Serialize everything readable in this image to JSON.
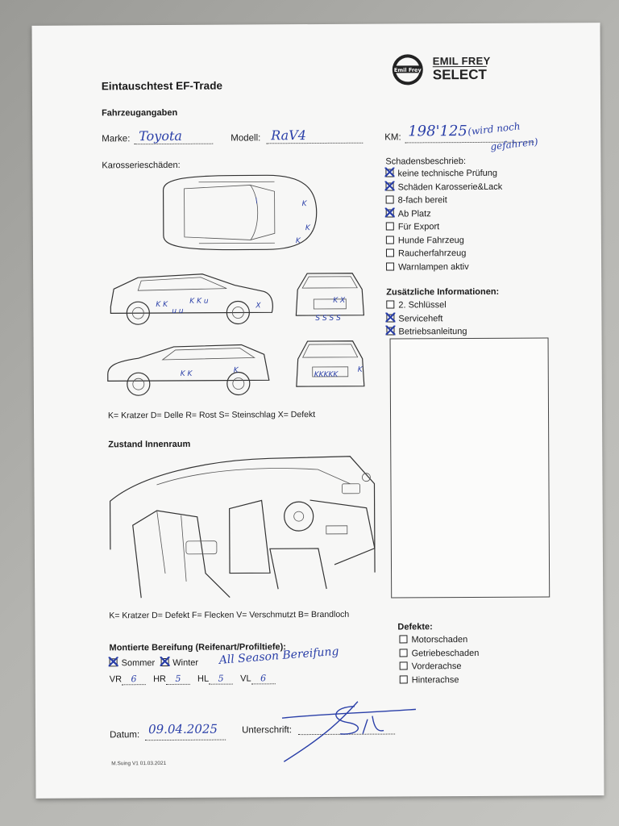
{
  "header": {
    "title": "Eintauschtest EF-Trade",
    "brand_top": "EMIL FREY",
    "brand_bottom": "SELECT",
    "brand_badge": "Emil Frey"
  },
  "vehicle": {
    "section_label": "Fahrzeugangaben",
    "marke_label": "Marke:",
    "marke_value": "Toyota",
    "modell_label": "Modell:",
    "modell_value": "RaV4",
    "km_label": "KM:",
    "km_value": "198'125",
    "km_note_1": "(wird noch",
    "km_note_2": "gefahren)"
  },
  "body_damage": {
    "label": "Karosserieschäden:",
    "legend": "K= Kratzer D= Delle R= Rost S= Steinschlag X= Defekt"
  },
  "damage_description": {
    "label": "Schadensbeschrieb:",
    "items": [
      {
        "label": "keine technische Prüfung",
        "checked": true
      },
      {
        "label": "Schäden Karosserie&Lack",
        "checked": true
      },
      {
        "label": "8-fach bereit",
        "checked": false
      },
      {
        "label": "Ab Platz",
        "checked": true
      },
      {
        "label": "Für Export",
        "checked": false
      },
      {
        "label": "Hunde Fahrzeug",
        "checked": false
      },
      {
        "label": "Raucherfahrzeug",
        "checked": false
      },
      {
        "label": "Warnlampen aktiv",
        "checked": false
      }
    ]
  },
  "additional_info": {
    "label": "Zusätzliche Informationen:",
    "items": [
      {
        "label": "2. Schlüssel",
        "checked": false
      },
      {
        "label": "Serviceheft",
        "checked": true
      },
      {
        "label": "Betriebsanleitung",
        "checked": true
      }
    ]
  },
  "interior": {
    "label": "Zustand Innenraum",
    "legend": "K= Kratzer D= Defekt F= Flecken V= Verschmutzt B= Brandloch"
  },
  "defects": {
    "label": "Defekte:",
    "items": [
      {
        "label": "Motorschaden",
        "checked": false
      },
      {
        "label": "Getriebeschaden",
        "checked": false
      },
      {
        "label": "Vorderachse",
        "checked": false
      },
      {
        "label": "Hinterachse",
        "checked": false
      }
    ]
  },
  "tires": {
    "label": "Montierte Bereifung (Reifenart/Profiltiefe):",
    "sommer_label": "Sommer",
    "sommer_checked": true,
    "winter_label": "Winter",
    "winter_checked": true,
    "note": "All Season Bereifung",
    "vr_label": "VR",
    "vr_value": "6",
    "hr_label": "HR",
    "hr_value": "5",
    "hl_label": "HL",
    "hl_value": "5",
    "vl_label": "VL",
    "vl_value": "6"
  },
  "footer": {
    "datum_label": "Datum:",
    "datum_value": "09.04.2025",
    "signature_label": "Unterschrift:",
    "version": "M.Suing V1 01.03.2021"
  },
  "colors": {
    "ink": "#2a3fa8",
    "paper": "#f7f7f6"
  }
}
